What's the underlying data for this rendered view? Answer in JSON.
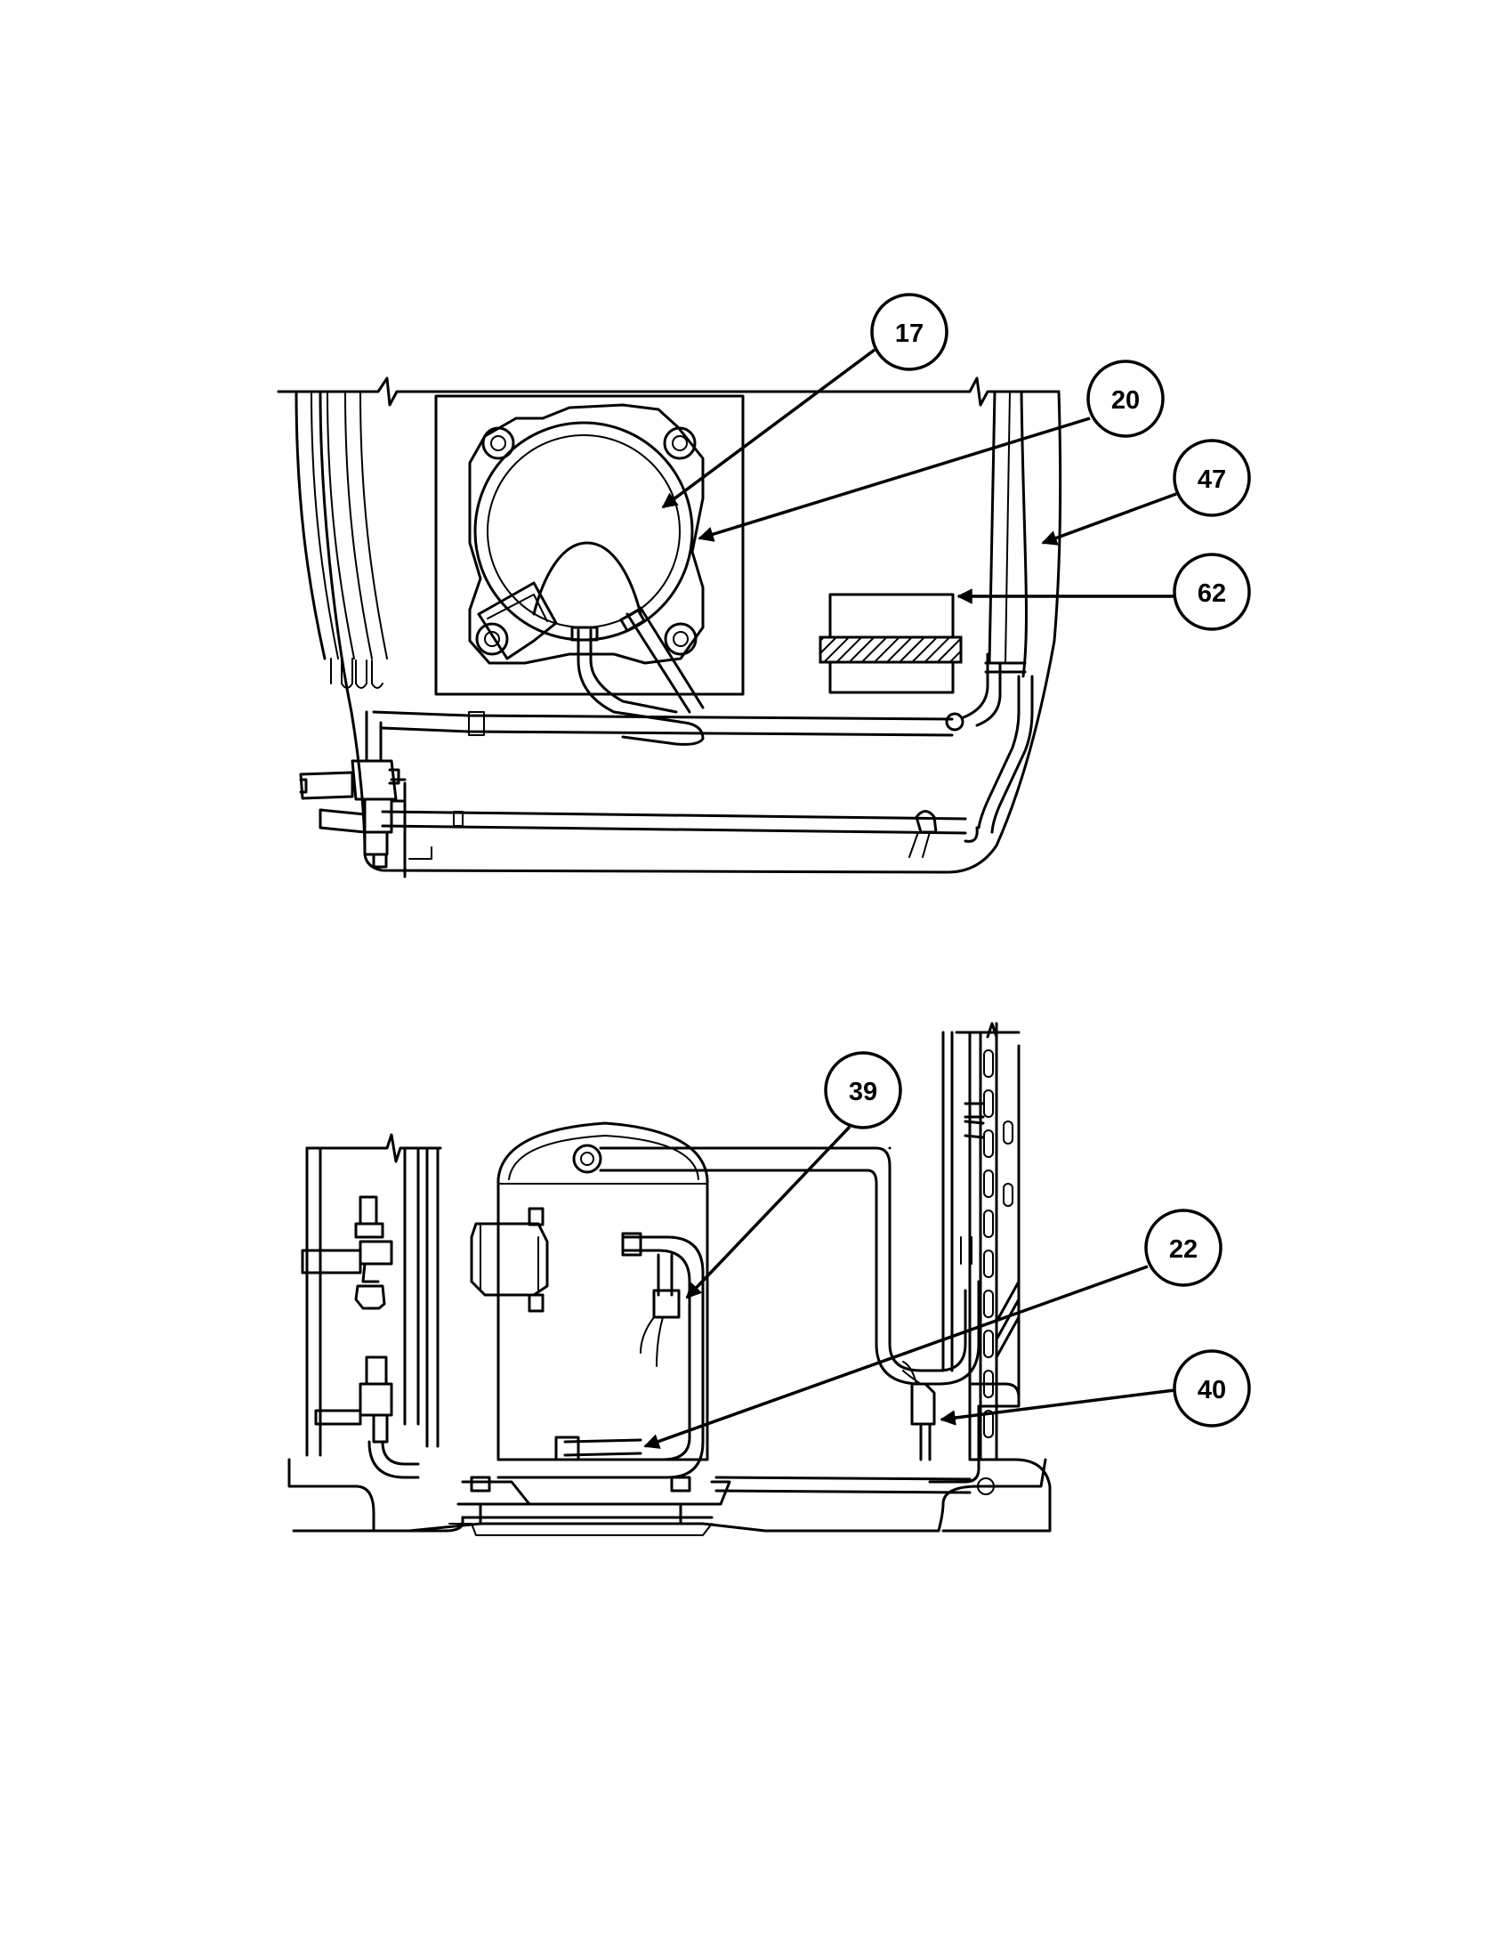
{
  "top_view": {
    "callouts": [
      {
        "id": "callout-17",
        "label": "17"
      },
      {
        "id": "callout-20",
        "label": "20"
      },
      {
        "id": "callout-47",
        "label": "47"
      },
      {
        "id": "callout-62",
        "label": "62"
      }
    ]
  },
  "side_view": {
    "callouts": [
      {
        "id": "callout-39",
        "label": "39"
      },
      {
        "id": "callout-22",
        "label": "22"
      },
      {
        "id": "callout-40",
        "label": "40"
      }
    ]
  }
}
